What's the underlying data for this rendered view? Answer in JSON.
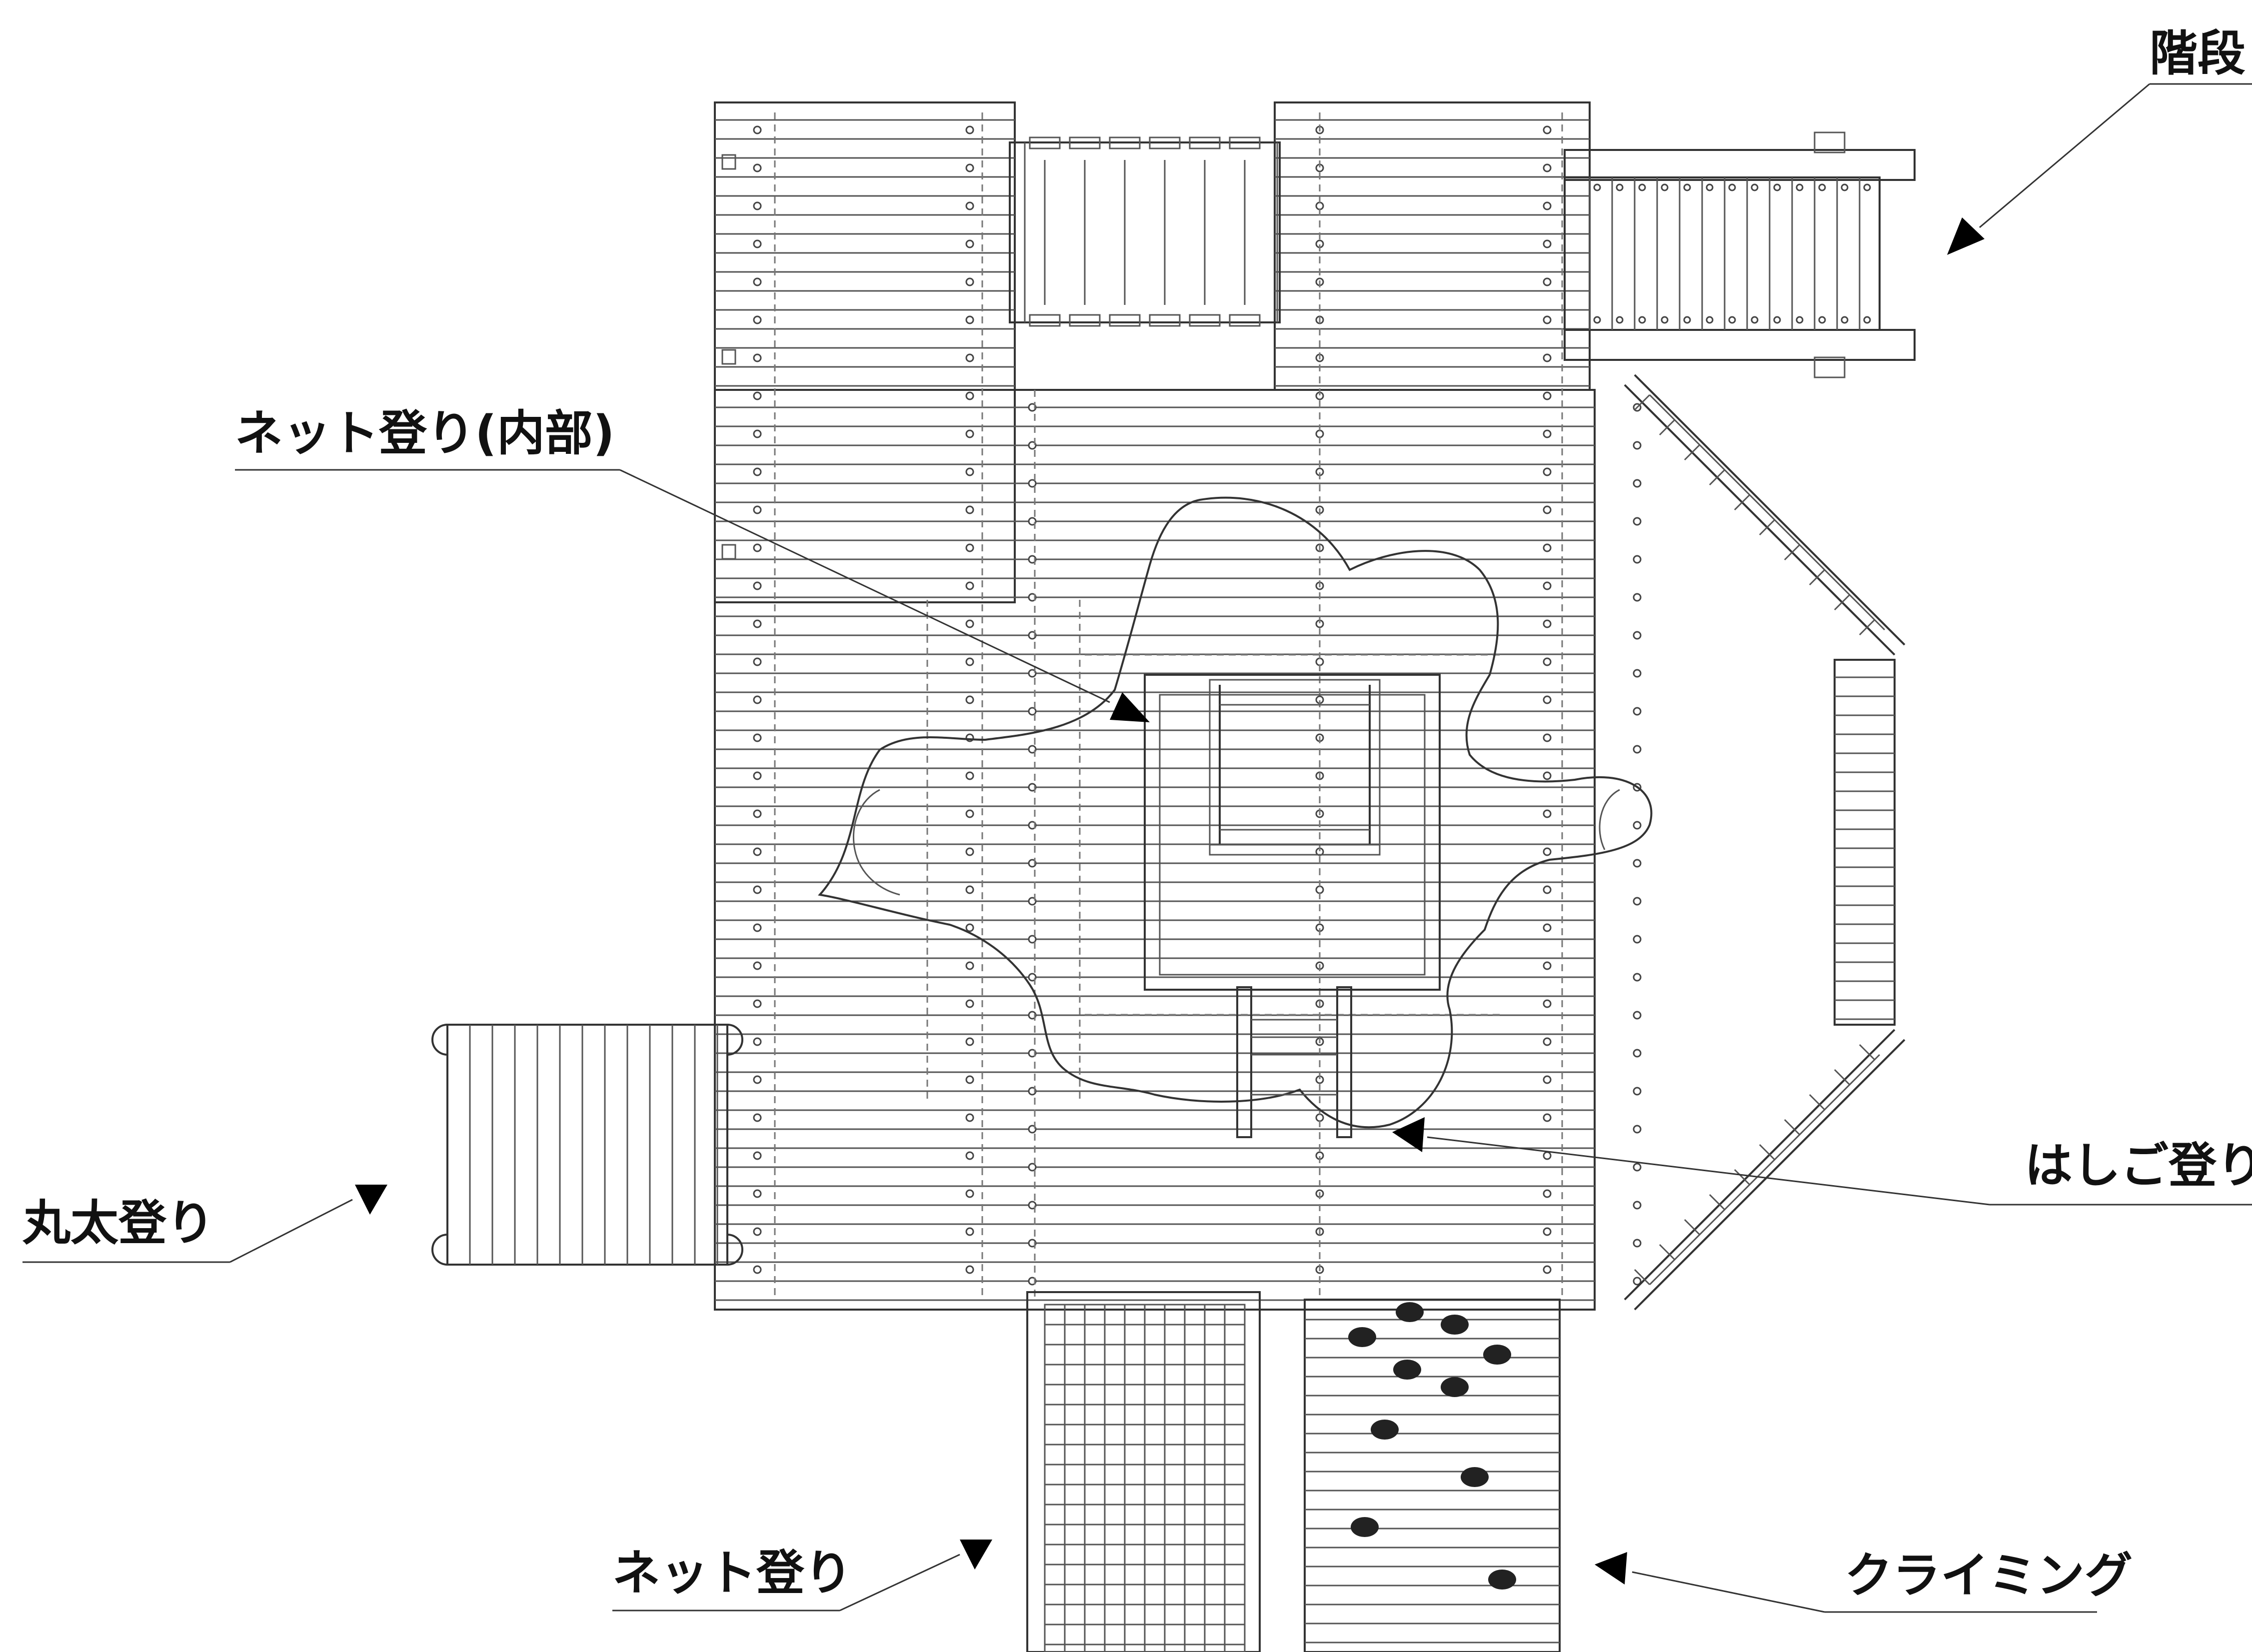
{
  "labels": {
    "stairs": "階段",
    "net_inner": "ネット登り(内部)",
    "log_climb": "丸太登り",
    "ladder": "はしご登り",
    "net": "ネット登り",
    "climbing": "クライミング"
  },
  "colors": {
    "line": "#333333",
    "text": "#111111",
    "arrow": "#000000",
    "background": "#ffffff"
  }
}
